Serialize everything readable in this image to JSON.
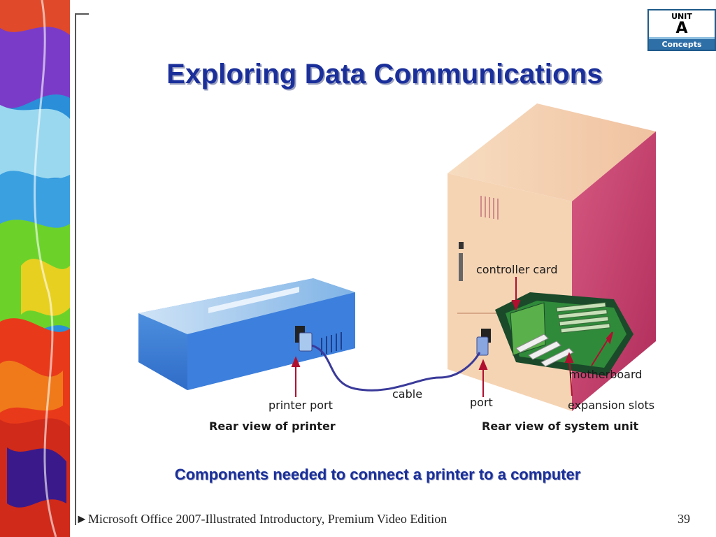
{
  "slide": {
    "title": "Exploring Data Communications",
    "caption": "Components needed to connect a printer to a computer",
    "footer": "Microsoft Office 2007-Illustrated Introductory, Premium Video Edition",
    "footer_marker": "►",
    "page_number": "39"
  },
  "unit_badge": {
    "top": "UNIT",
    "letter": "A",
    "bottom": "Concepts",
    "color": "#2e6fa8"
  },
  "figure": {
    "labels": {
      "controller_card": "controller card",
      "motherboard": "motherboard",
      "expansion_slots": "expansion slots",
      "printer_port": "printer port",
      "cable": "cable",
      "port": "port",
      "rear_printer": "Rear view of printer",
      "rear_system": "Rear view of system unit"
    }
  },
  "colors": {
    "title": "#1a2f9a",
    "arrow": "#b01030",
    "case_front": "#f4d3b2",
    "case_side": "#c8426c"
  }
}
